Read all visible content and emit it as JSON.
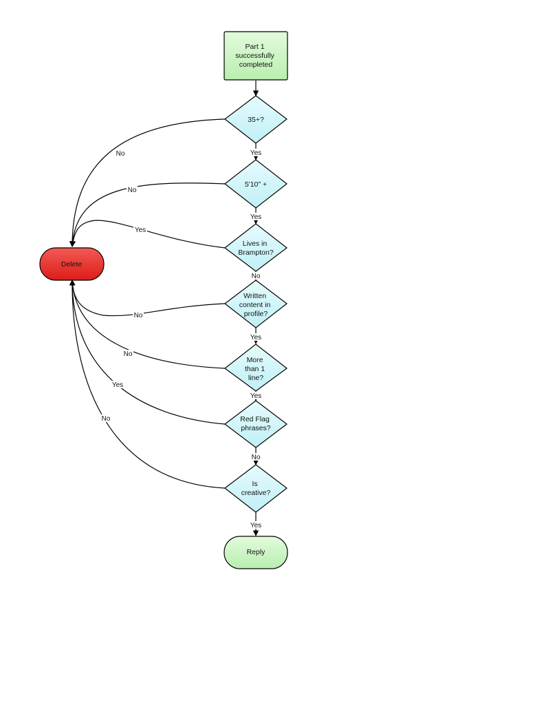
{
  "nodes": {
    "start": {
      "lines": [
        "Part 1",
        "successfully",
        "completed"
      ],
      "fill": "#c9f2c0"
    },
    "age": {
      "lines": [
        "35+?"
      ],
      "fill": "#d4f6fa"
    },
    "height": {
      "lines": [
        "5'10\" +"
      ],
      "fill": "#d4f6fa"
    },
    "brampton": {
      "lines": [
        "Lives in",
        "Brampton?"
      ],
      "fill": "#d4f6fa"
    },
    "written": {
      "lines": [
        "Written",
        "content in",
        "profile?"
      ],
      "fill": "#d4f6fa"
    },
    "more_lines": {
      "lines": [
        "More",
        "than 1",
        "line?"
      ],
      "fill": "#d4f6fa"
    },
    "red_flag": {
      "lines": [
        "Red Flag",
        "phrases?"
      ],
      "fill": "#d4f6fa"
    },
    "creative": {
      "lines": [
        "Is",
        "creative?"
      ],
      "fill": "#d4f6fa"
    },
    "delete": {
      "lines": [
        "Delete"
      ],
      "fill": "#e8302c"
    },
    "reply": {
      "lines": [
        "Reply"
      ],
      "fill": "#cdf4c6"
    }
  },
  "edges": {
    "start_to_age": "",
    "age_yes": "Yes",
    "height_yes": "Yes",
    "brampton_no": "No",
    "written_yes": "Yes",
    "more_lines_yes": "Yes",
    "red_flag_no": "No",
    "creative_yes": "Yes",
    "age_no": "No",
    "height_no": "No",
    "brampton_yes": "Yes",
    "written_no": "No",
    "more_lines_no": "No",
    "red_flag_yes": "Yes",
    "creative_no": "No"
  }
}
